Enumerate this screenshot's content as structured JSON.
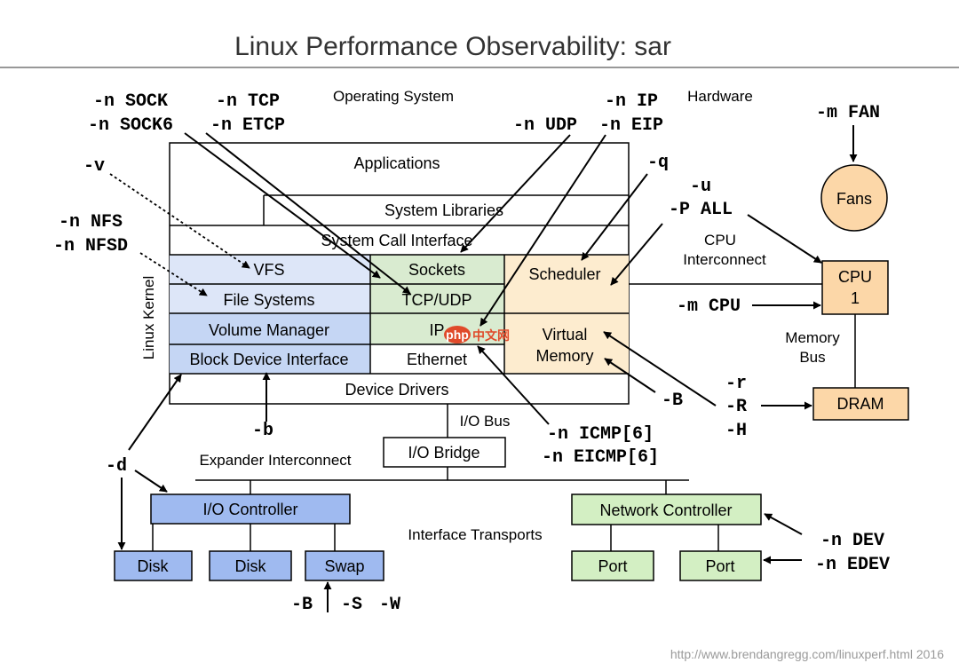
{
  "title": "Linux Performance Observability: sar",
  "footer": "http://www.brendangregg.com/linuxperf.html 2016",
  "colors": {
    "kernel_blue": "#dde6f8",
    "kernel_blue_dark": "#c5d6f4",
    "kernel_green": "#d9ebd0",
    "kernel_orange": "#fdeccf",
    "hw_orange": "#fcd7a8",
    "io_blue": "#9fbaf0",
    "net_green": "#d3efc3"
  },
  "sections": {
    "operating_system": "Operating System",
    "hardware": "Hardware",
    "linux_kernel": "Linux Kernel"
  },
  "os": {
    "applications": "Applications",
    "system_libraries": "System Libraries",
    "system_call_interface": "System Call Interface",
    "vfs": "VFS",
    "file_systems": "File Systems",
    "volume_manager": "Volume Manager",
    "block_device_interface": "Block Device Interface",
    "sockets": "Sockets",
    "tcp_udp": "TCP/UDP",
    "ip": "IP",
    "ethernet": "Ethernet",
    "scheduler": "Scheduler",
    "virtual_memory": [
      "Virtual",
      "Memory"
    ],
    "device_drivers": "Device Drivers"
  },
  "hardware": {
    "fans": "Fans",
    "cpu": [
      "CPU",
      "1"
    ],
    "dram": "DRAM",
    "cpu_interconnect": [
      "CPU",
      "Interconnect"
    ],
    "memory_bus": [
      "Memory",
      "Bus"
    ],
    "io_bus": "I/O Bus",
    "io_bridge": "I/O Bridge",
    "expander_interconnect": "Expander Interconnect",
    "io_controller": "I/O Controller",
    "disk1": "Disk",
    "disk2": "Disk",
    "swap": "Swap",
    "interface_transports": "Interface Transports",
    "network_controller": "Network Controller",
    "port1": "Port",
    "port2": "Port"
  },
  "flags": {
    "sock": "-n SOCK",
    "sock6": "-n SOCK6",
    "tcp": "-n TCP",
    "etcp": "-n ETCP",
    "ip": "-n IP",
    "udp": "-n UDP",
    "eip": "-n EIP",
    "fan": "-m FAN",
    "v": "-v",
    "q": "-q",
    "u": "-u",
    "p_all": "-P ALL",
    "nfs": "-n NFS",
    "nfsd": "-n NFSD",
    "m_cpu": "-m CPU",
    "r_lower": "-r",
    "r_upper": "-R",
    "h": "-H",
    "b_upper": "-B",
    "b_lower": "-b",
    "icmp": "-n ICMP[6]",
    "eicmp": "-n EICMP[6]",
    "d": "-d",
    "dev": "-n DEV",
    "edev": "-n EDEV",
    "swap_flags": [
      "-B",
      "-S",
      "-W"
    ]
  },
  "watermark": {
    "php": "php",
    "cn": "中文网"
  }
}
